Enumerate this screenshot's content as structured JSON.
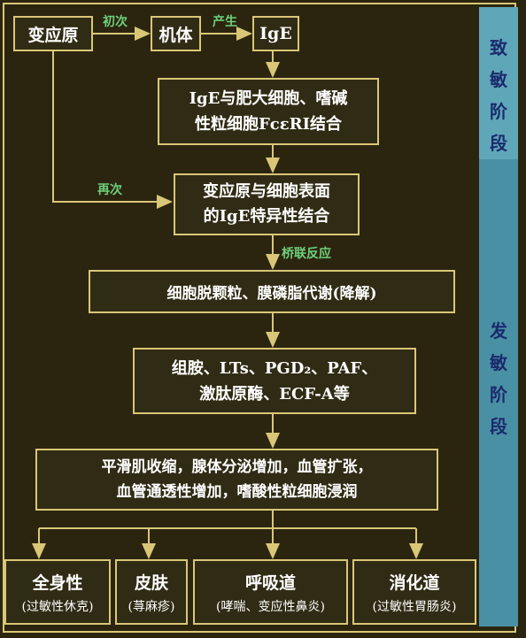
{
  "colors": {
    "background": "#2b2510",
    "border": "#d9c777",
    "stage_bar": "#4a90a4",
    "stage_text": "#1a2b6e",
    "edge_label": "#6fd07a"
  },
  "stages": {
    "sensitization": "致敏阶段",
    "activation": "发敏阶段"
  },
  "nodes": {
    "allergen": "变应原",
    "body": "机体",
    "ige": "IgE",
    "ige_binding": "IgE与肥大细胞、嗜碱\n性粒细胞FcεRI结合",
    "allergen_binding": "变应原与细胞表面\n的IgE特异性结合",
    "degranulation": "细胞脱颗粒、膜磷脂代谢(降解)",
    "mediators": "组胺、LTs、PGD₂、PAF、\n激肽原酶、ECF-A等",
    "effects": "平滑肌收缩，腺体分泌增加，血管扩张，\n血管通透性增加，嗜酸性粒细胞浸润"
  },
  "outcomes": [
    {
      "name": "全身性",
      "detail": "(过敏性休克)"
    },
    {
      "name": "皮肤",
      "detail": "(荨麻疹)"
    },
    {
      "name": "呼吸道",
      "detail": "(哮喘、变应性鼻炎)"
    },
    {
      "name": "消化道",
      "detail": "(过敏性胃肠炎)"
    }
  ],
  "edges": {
    "first": "初次",
    "produce": "产生",
    "again": "再次",
    "crosslink": "桥联反应"
  }
}
